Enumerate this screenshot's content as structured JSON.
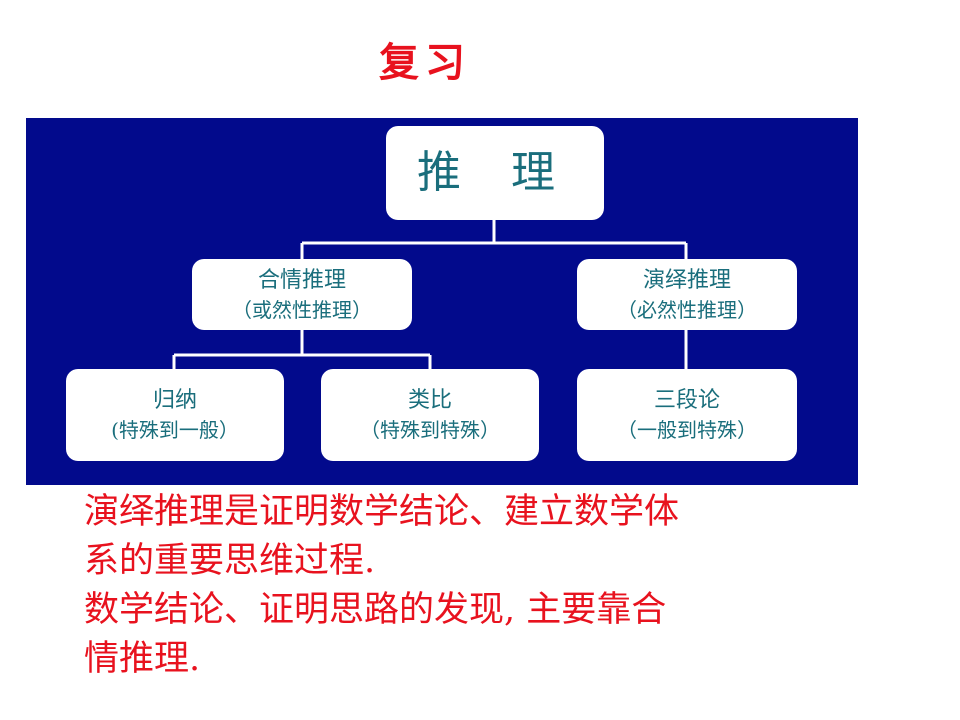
{
  "title": "复习",
  "diagram": {
    "root": {
      "label": "推 理"
    },
    "left": {
      "label": "合情推理",
      "sub": "（或然性推理）"
    },
    "right": {
      "label": "演绎推理",
      "sub": "（必然性推理）"
    },
    "leaf1": {
      "label": "归纳",
      "sub": "(特殊到一般）"
    },
    "leaf2": {
      "label": "类比",
      "sub": "（特殊到特殊）"
    },
    "leaf3": {
      "label": "三段论",
      "sub": "（一般到特殊）"
    }
  },
  "colors": {
    "background": "#020a8c",
    "title": "#e8121e",
    "node_text": "#1a6e7c",
    "body_text": "#e8121e"
  },
  "text_block": {
    "para1_line1": "演绎推理是证明数学结论、建立数学体",
    "para1_line2": "系的重要思维过程.",
    "para2_line1": "数学结论、证明思路的发现, 主要靠合",
    "para2_line2": "情推理."
  }
}
